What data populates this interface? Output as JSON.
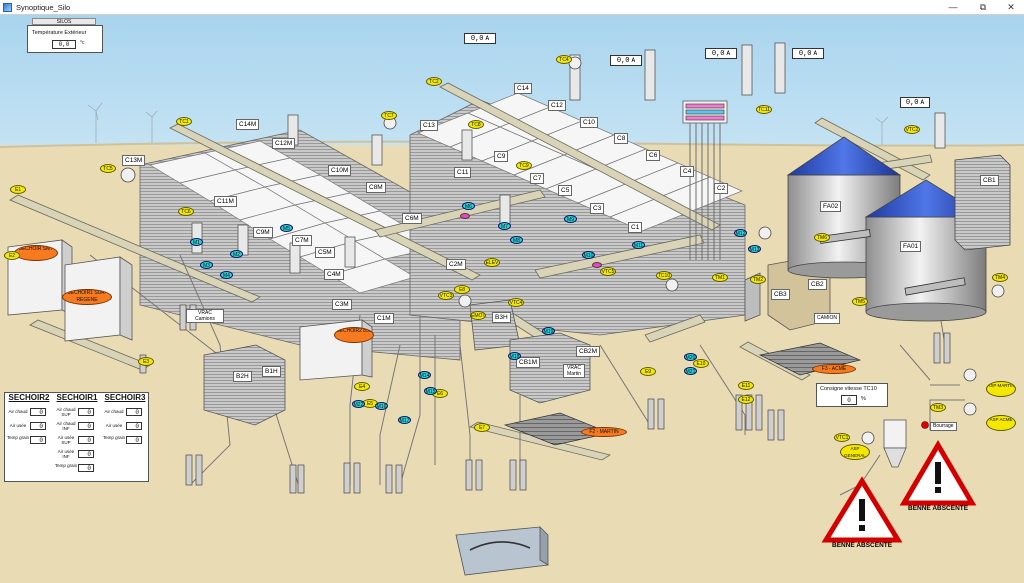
{
  "window": {
    "title": "Synoptique_Silo",
    "minimize": "—",
    "maximize": "⧉",
    "close": "✕"
  },
  "colors": {
    "sky": "#bfe0f1",
    "ground": "#e9dcb5",
    "tower_roof": "#2f54c9",
    "label_yellow": "#f5e800",
    "label_cyan": "#2ad4d4",
    "label_orange": "#f77a1f"
  },
  "temperature_panel": {
    "button": "SILOS",
    "title": "Température Extérieur",
    "value": "0,0",
    "unit": "°c"
  },
  "amp_meters": [
    {
      "value": "0,0",
      "unit": "A"
    },
    {
      "value": "0,0",
      "unit": "A"
    },
    {
      "value": "0,0",
      "unit": "A"
    },
    {
      "value": "0,0",
      "unit": "A"
    }
  ],
  "cells": [
    "C14M",
    "C12M",
    "C13M",
    "C10M",
    "C11M",
    "C8M",
    "C9M",
    "C6M",
    "C7M",
    "C5M",
    "C4M",
    "C2M",
    "C3M",
    "C1M",
    "C14",
    "C12",
    "C13",
    "C10",
    "C11",
    "C9",
    "C8",
    "C7",
    "C6",
    "C5",
    "C4",
    "C3",
    "C2",
    "C1",
    "CB1",
    "FA02",
    "FA01",
    "CB3",
    "CB2",
    "B2H",
    "B1H",
    "B3H",
    "CB1M",
    "CB2M"
  ],
  "tags": {
    "vrac_camions": "VRAC Camions",
    "vrac_martin": "VRAC Martin",
    "camion": "CAMION",
    "f3_acme": "F3 - ACME",
    "f2_martin": "F2 - MARTIN",
    "sechoir_smt": "SECHOIR SMT",
    "sechoir_regene": "SECHOIR1 SUR-REGENE",
    "sechoir_850": "SECHOIR2 850",
    "asp_general": "ASP GENERAL",
    "asp_martin": "ASP MARTIN",
    "asp_acme": "ASP ACME",
    "bourrage": "Bourrage",
    "benne_absente": "BENNE ABSCENTE"
  },
  "consigne": {
    "title": "Consigne vitesse TC10",
    "value": "0",
    "unit": "%"
  },
  "sechoirs": [
    {
      "name": "SECHOIR2",
      "rows": [
        {
          "label": "Air chaud",
          "value": "0"
        },
        {
          "label": "Air usée",
          "value": "0"
        },
        {
          "label": "Temp grain",
          "value": "0"
        }
      ]
    },
    {
      "name": "SECHOIR1",
      "rows": [
        {
          "label": "Air chaud SUP",
          "value": "0"
        },
        {
          "label": "Air chaud INF",
          "value": "0"
        },
        {
          "label": "Air usée SUP",
          "value": "0"
        },
        {
          "label": "Air usée INF",
          "value": "0"
        },
        {
          "label": "Temp grain",
          "value": "0"
        }
      ]
    },
    {
      "name": "SECHOIR3",
      "rows": [
        {
          "label": "Air chaud",
          "value": "0"
        },
        {
          "label": "Air usée",
          "value": "0"
        },
        {
          "label": "Temp grain",
          "value": "0"
        }
      ]
    }
  ],
  "sechoir_unit": "°c",
  "yellow_tags": [
    "E1",
    "E2",
    "E3",
    "E4",
    "E5",
    "E6",
    "E7",
    "E8",
    "E9",
    "E10",
    "E11",
    "E12",
    "TC1",
    "TC2",
    "TC4",
    "TC5",
    "TC6",
    "TC7",
    "TC8",
    "TC9",
    "TC10",
    "TC11",
    "TM1",
    "TM2",
    "TM3",
    "TM4",
    "TM5",
    "TM6",
    "VTC1",
    "VTC2",
    "VTC3",
    "VTC4",
    "VTC5",
    "EMOT",
    "ELEV"
  ],
  "cyan_tags": [
    "M1",
    "M2",
    "M3",
    "M4",
    "M5",
    "M6",
    "M7",
    "M8",
    "M9",
    "M10",
    "M11",
    "M12",
    "M13",
    "M14",
    "M15",
    "M16",
    "M17",
    "M18",
    "M19",
    "M20",
    "M21",
    "M22"
  ]
}
